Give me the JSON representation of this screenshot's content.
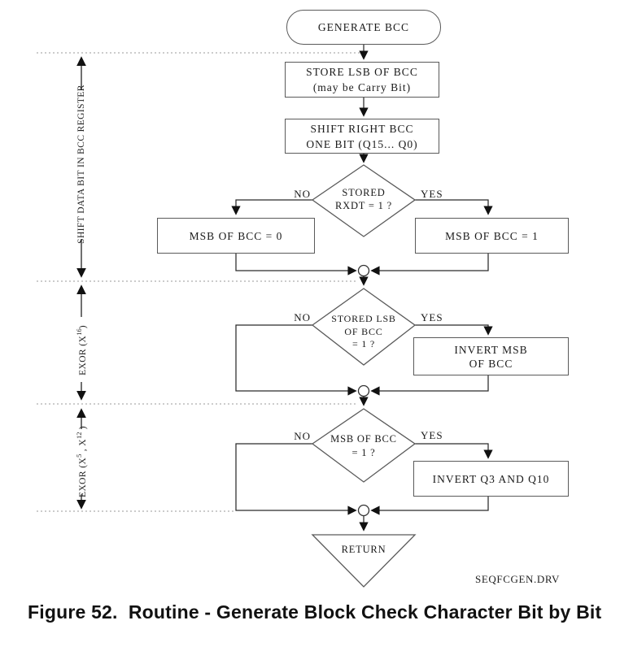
{
  "figure": {
    "caption": "Figure 52.  Routine - Generate Block Check Character Bit by Bit",
    "drawing_file": "SEQFCGEN.DRV"
  },
  "nodes": {
    "start": "GENERATE BCC",
    "store_lsb_line1": "STORE LSB OF BCC",
    "store_lsb_line2": "(may be Carry Bit)",
    "shift_line1": "SHIFT RIGHT BCC",
    "shift_line2": "ONE BIT (Q15... Q0)",
    "decision1_line1": "STORED",
    "decision1_line2": "RXDT = 1 ?",
    "msb_zero": "MSB OF BCC = 0",
    "msb_one": "MSB OF BCC = 1",
    "decision2_line1": "STORED LSB",
    "decision2_line2": "OF BCC",
    "decision2_line3": "= 1 ?",
    "invert_msb_line1": "INVERT MSB",
    "invert_msb_line2": "OF BCC",
    "decision3_line1": "MSB OF BCC",
    "decision3_line2": "= 1 ?",
    "invert_q": "INVERT Q3 AND Q10",
    "return": "RETURN"
  },
  "branch_labels": {
    "no": "NO",
    "yes": "YES"
  },
  "phase_labels": {
    "shift_register": "SHIFT DATA BIT IN BCC REGISTER",
    "exor16_prefix": "EXOR (X",
    "exor16_sup": "16",
    "exor16_suffix": ")",
    "exor512_prefix": "EXOR (X",
    "exor512_sup1": "5",
    "exor512_mid": " , X",
    "exor512_sup2": "12",
    "exor512_suffix": " )"
  },
  "colors": {
    "line": "#2b2b2b",
    "arrowhead": "#111111",
    "shape_border": "#5a5a5a",
    "dotted": "#9a9a9a"
  }
}
